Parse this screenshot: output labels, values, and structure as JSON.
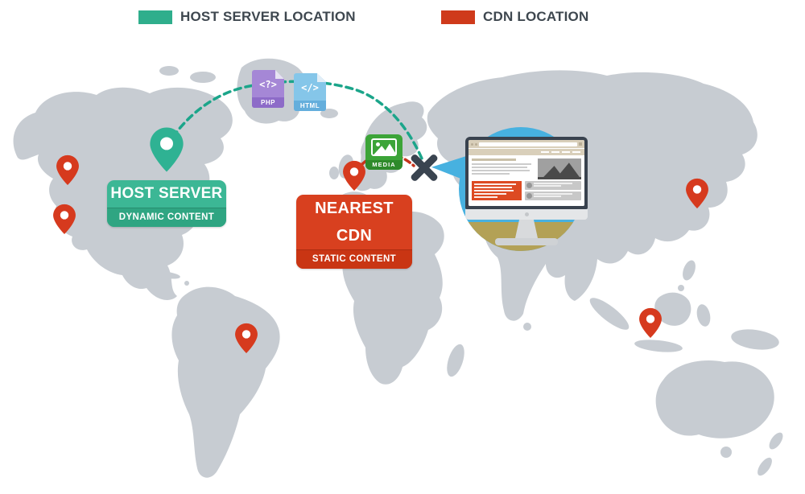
{
  "legend": {
    "host": {
      "label": "HOST SERVER LOCATION",
      "color": "#2FAE8C"
    },
    "cdn": {
      "label": "CDN LOCATION",
      "color": "#CF3A1B"
    }
  },
  "callouts": {
    "host_server": {
      "title": "HOST SERVER",
      "subtitle": "DYNAMIC CONTENT",
      "color": "#3CB795"
    },
    "nearest_cdn": {
      "title": "NEAREST CDN",
      "subtitle": "STATIC CONTENT",
      "color": "#D8401F"
    }
  },
  "file_badges": {
    "php": {
      "symbol": "<?>",
      "label": "PHP",
      "color": "#A587D6"
    },
    "html": {
      "symbol": "</>",
      "label": "HTML",
      "color": "#85C6E9"
    },
    "media": {
      "label": "MEDIA",
      "color": "#3CA438"
    }
  },
  "routes": {
    "dynamic_content": {
      "color": "#1BA58A",
      "style": "dashed",
      "from": "host-server-pin",
      "to": "browser"
    },
    "static_content": {
      "color": "#C6331C",
      "style": "dashed",
      "from": "nearest-cdn-pin",
      "to": "browser"
    }
  },
  "map": {
    "land_color": "#C7CCD2",
    "host_marker_count": 1,
    "cdn_marker_count": 6,
    "host_pin_color": "#2FB293",
    "cdn_pin_color": "#D63A1E"
  }
}
